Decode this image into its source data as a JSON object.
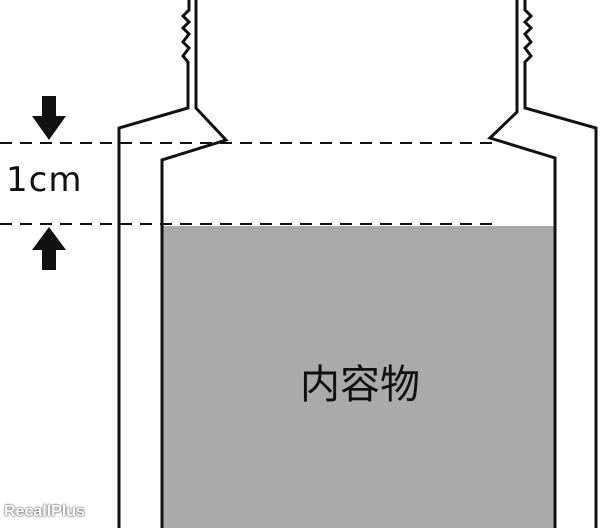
{
  "dimension_label": "1cm",
  "contents_label": "内容物",
  "watermark": "RecallPlus",
  "colors": {
    "contents_fill": "#aaaaaa",
    "outline": "#111111",
    "background": "#ffffff"
  }
}
